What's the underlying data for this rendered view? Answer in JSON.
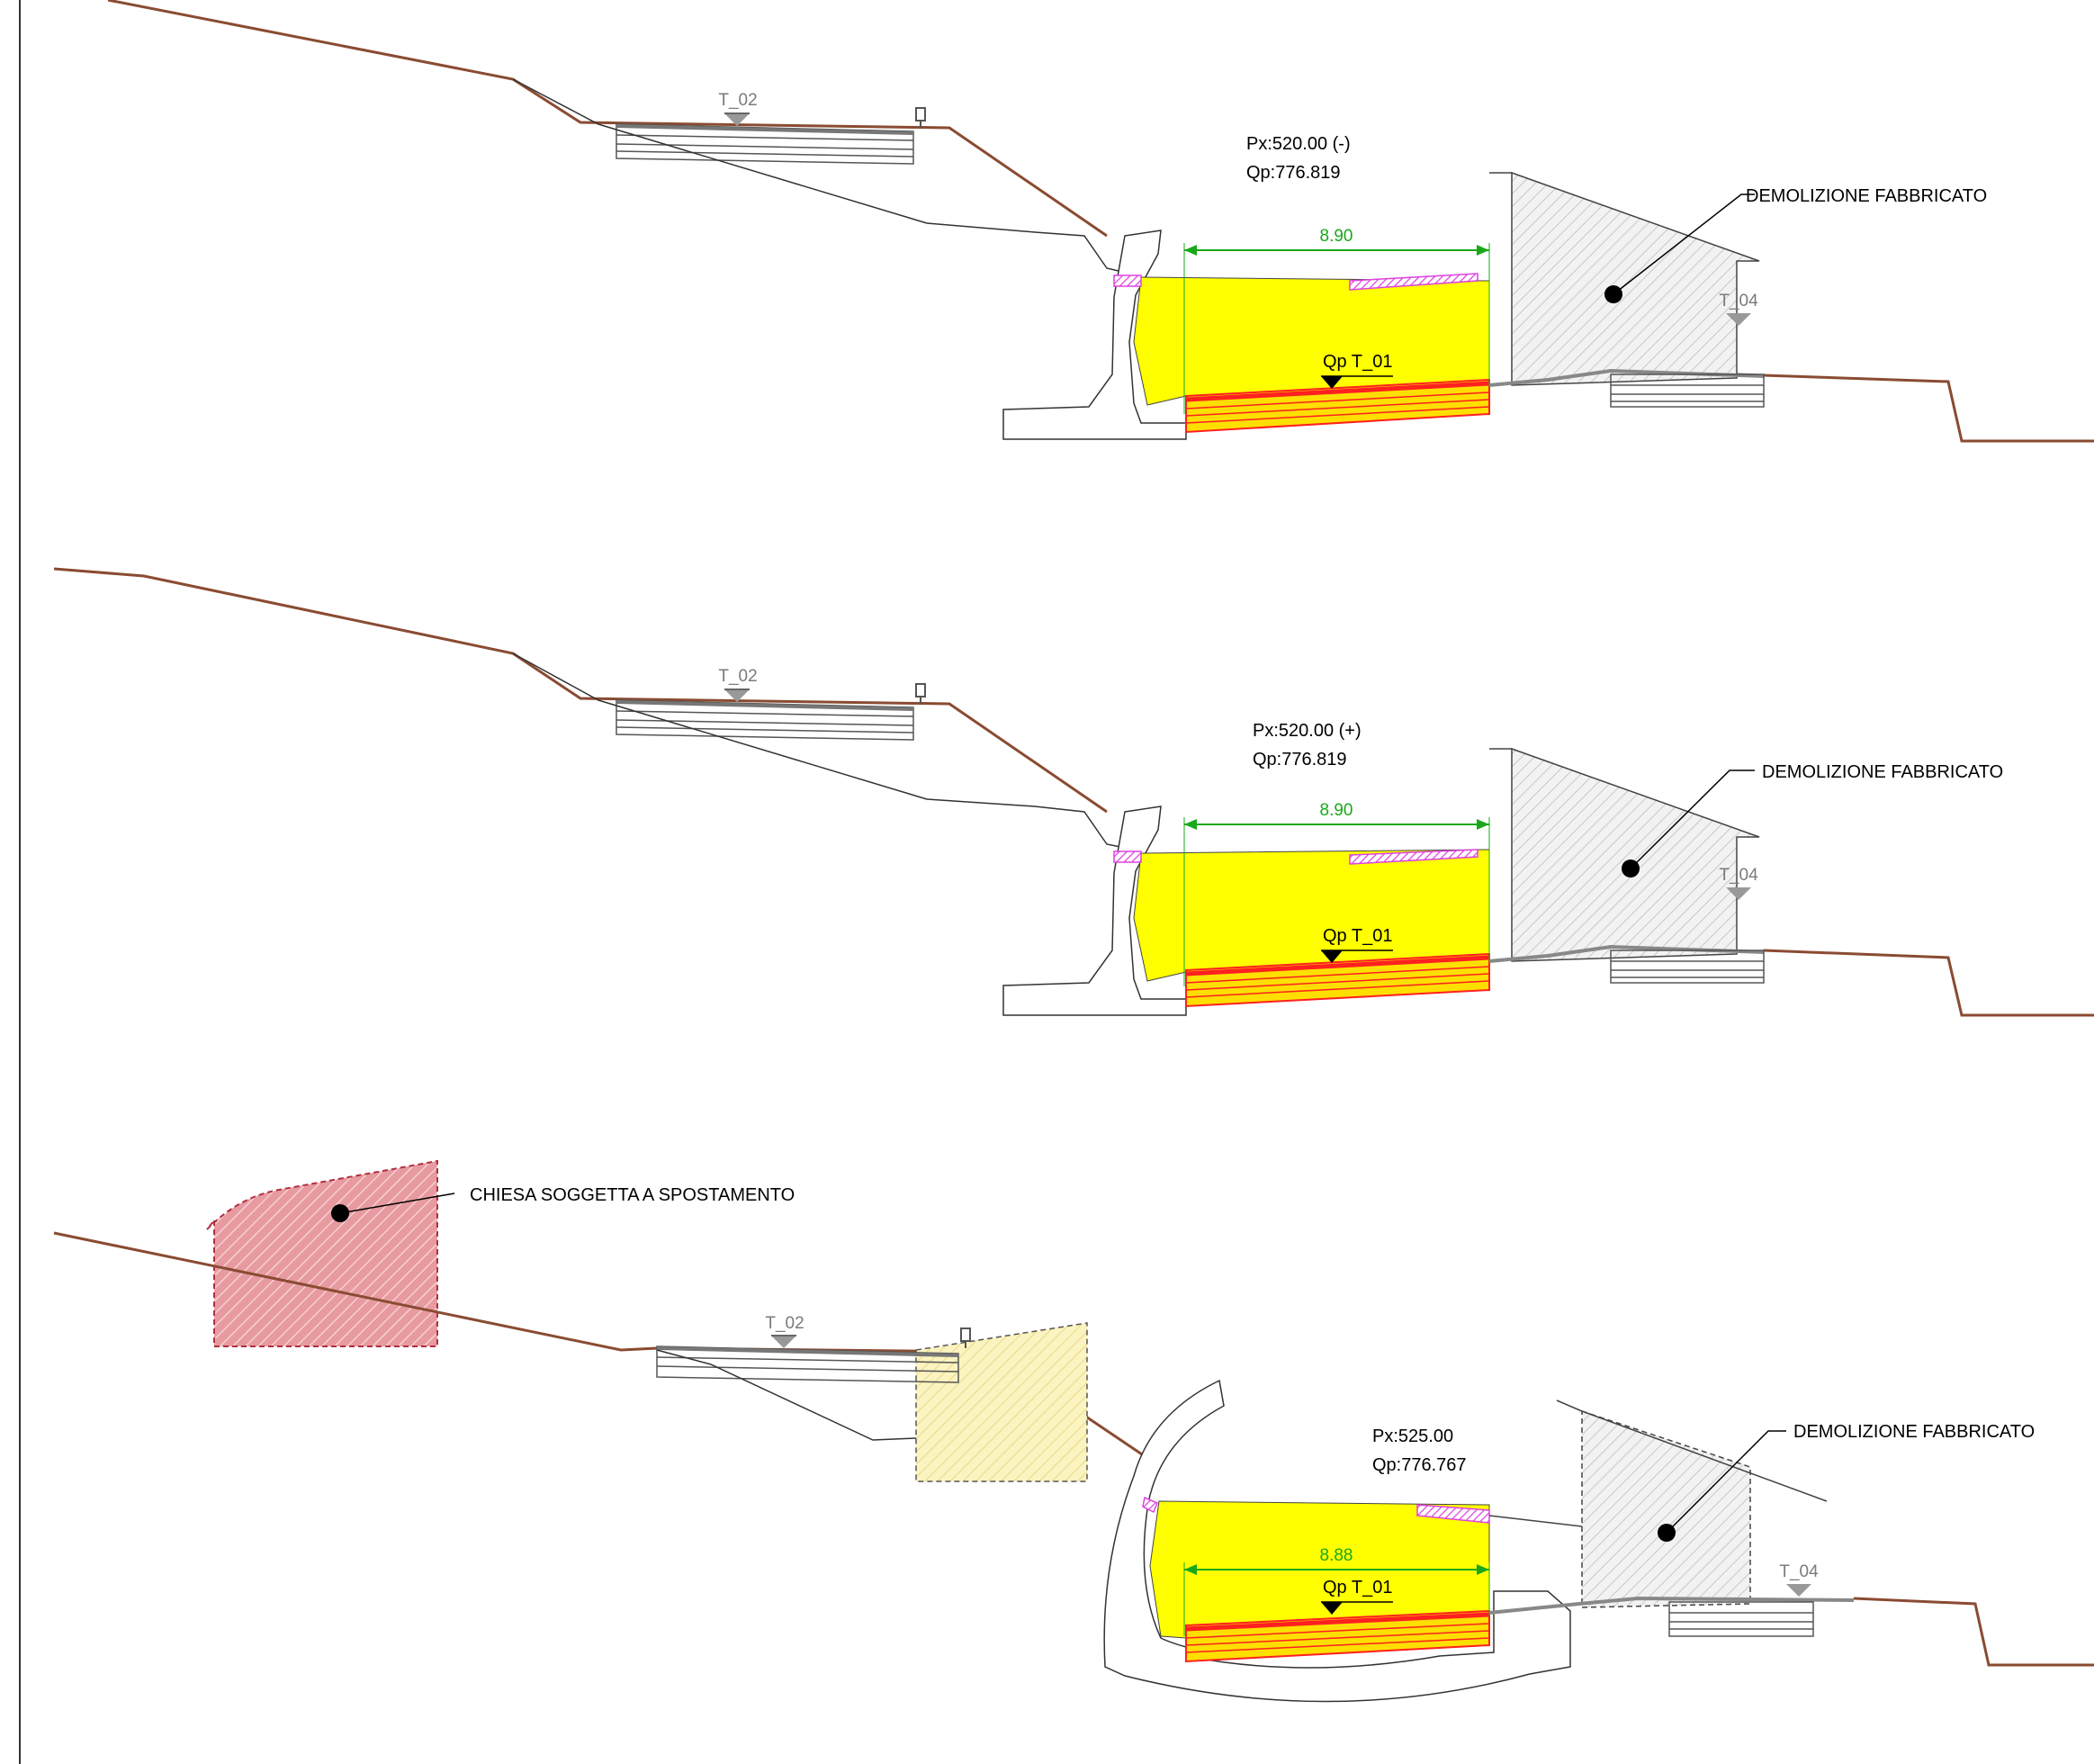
{
  "colors": {
    "terrain": "#8a4b32",
    "excavation_fill": "#ffff00",
    "pavement": "#ff2020",
    "overlay_magenta": "#e040e0",
    "dimension": "#1aa81a",
    "demolition_hatch": "#c0c0c0",
    "church_fill": "#e8949a",
    "yellow_hatch": "#f4eba0"
  },
  "sections": [
    {
      "chainage": "Px:520.00 (-)",
      "ground_elevation": "Qp:776.819",
      "width_dimension": "8.90",
      "road_marker_left": "T_02",
      "road_marker_right": "T_04",
      "road_marker_main": "Qp T_01",
      "callout_building": "DEMOLIZIONE FABBRICATO"
    },
    {
      "chainage": "Px:520.00 (+)",
      "ground_elevation": "Qp:776.819",
      "width_dimension": "8.90",
      "road_marker_left": "T_02",
      "road_marker_right": "T_04",
      "road_marker_main": "Qp T_01",
      "callout_building": "DEMOLIZIONE FABBRICATO"
    },
    {
      "chainage": "Px:525.00",
      "ground_elevation": "Qp:776.767",
      "width_dimension": "8.88",
      "road_marker_left": "T_02",
      "road_marker_right": "T_04",
      "road_marker_main": "Qp T_01",
      "callout_building": "DEMOLIZIONE FABBRICATO",
      "callout_church": "CHIESA SOGGETTA A SPOSTAMENTO"
    }
  ]
}
